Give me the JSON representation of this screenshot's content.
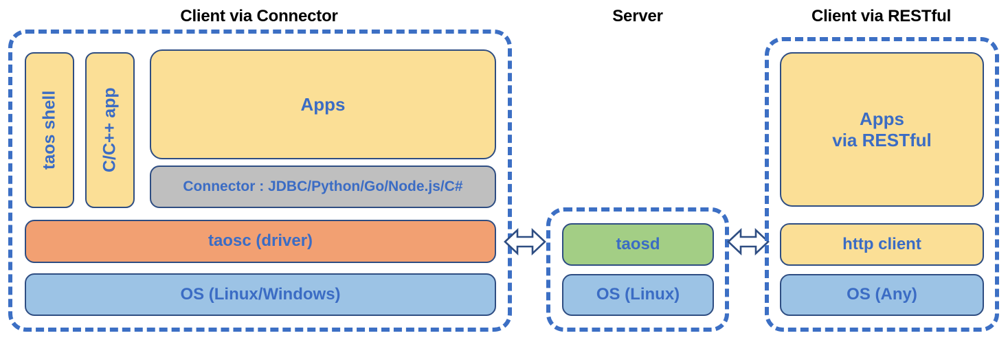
{
  "diagram": {
    "title_connector": "Client via Connector",
    "title_server": "Server",
    "title_restful": "Client via RESTful",
    "colors": {
      "dashed_border": "#3C6FC4",
      "box_border": "#2E4D82",
      "text_blue": "#3B6CC4",
      "yellow": "#FBDF96",
      "gray": "#BFBFBF",
      "orange": "#F2A072",
      "blue": "#9CC3E5",
      "green": "#A3CE85",
      "title_black": "#000000"
    }
  },
  "client_connector": {
    "taos_shell": "taos shell",
    "c_cpp_app": "C/C++ app",
    "apps": "Apps",
    "connector": "Connector : JDBC/Python/Go/Node.js/C#",
    "taosc": "taosc (driver)",
    "os": "OS (Linux/Windows)"
  },
  "server": {
    "taosd": "taosd",
    "os": "OS (Linux)"
  },
  "client_restful": {
    "apps_line1": "Apps",
    "apps_line2": "via RESTful",
    "http_client": "http client",
    "os": "OS (Any)"
  },
  "arrows": {
    "left": "double-headed-arrow",
    "right": "double-headed-arrow"
  }
}
